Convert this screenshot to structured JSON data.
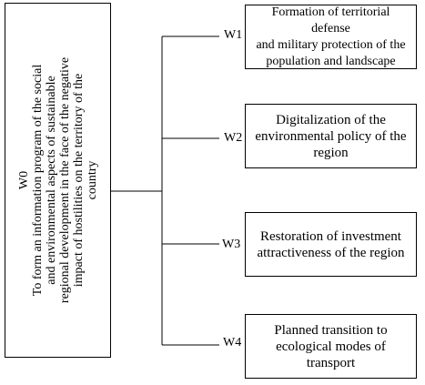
{
  "diagram": {
    "root": {
      "id": "W0",
      "lines": [
        "To form an information program of the social",
        "and environmental aspects of sustainable",
        "regional development in the face of the negative",
        "impact of hostilities on the territory of the",
        "country"
      ]
    },
    "branches": [
      {
        "label": "W1",
        "lines": [
          "Formation of territorial defense",
          "and military protection of the",
          "population and landscape"
        ]
      },
      {
        "label": "W2",
        "lines": [
          "Digitalization of the",
          "environmental policy of the",
          "region"
        ]
      },
      {
        "label": "W3",
        "lines": [
          "Restoration of investment",
          "attractiveness of the region"
        ]
      },
      {
        "label": "W4",
        "lines": [
          "Planned transition to",
          "ecological modes of transport"
        ]
      }
    ]
  }
}
